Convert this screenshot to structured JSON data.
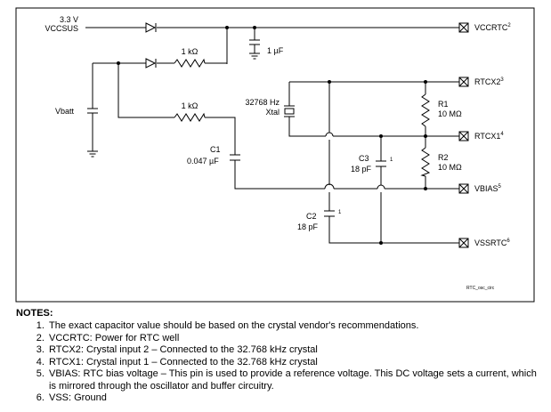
{
  "diagram": {
    "labels": {
      "v33": "3.3 V",
      "vccsus": "VCCSUS",
      "vbatt": "Vbatt",
      "res1": "1 kΩ",
      "res2": "1 kΩ",
      "cap_1uf": "1 µF",
      "c1_name": "C1",
      "c1_value": "0.047 µF",
      "xtal_freq": "32768 Hz",
      "xtal_name": "Xtal",
      "r1_name": "R1",
      "r1_value": "10 MΩ",
      "r2_name": "R2",
      "r2_value": "10 MΩ",
      "c3_name": "C3",
      "c3_value": "18 pF",
      "c3_note": "1",
      "c2_name": "C2",
      "c2_value": "18 pF",
      "c2_note": "1",
      "figure_id": "RTC_osc_circ"
    },
    "pins": [
      {
        "name": "VCCRTC",
        "sup": "2"
      },
      {
        "name": "RTCX2",
        "sup": "3"
      },
      {
        "name": "RTCX1",
        "sup": "4"
      },
      {
        "name": "VBIAS",
        "sup": "5"
      },
      {
        "name": "VSSRTC",
        "sup": "6"
      }
    ]
  },
  "notes": {
    "title": "NOTES:",
    "items": [
      "The exact capacitor value should be based on the crystal vendor's recommendations.",
      "VCCRTC: Power for RTC well",
      "RTCX2: Crystal input 2 – Connected to the 32.768 kHz crystal",
      "RTCX1: Crystal input 1 – Connected to the 32.768 kHz crystal",
      "VBIAS: RTC bias voltage – This pin is used to provide a reference voltage. This DC voltage sets a current, which is mirrored through the oscillator and buffer circuitry.",
      "VSS: Ground"
    ]
  }
}
